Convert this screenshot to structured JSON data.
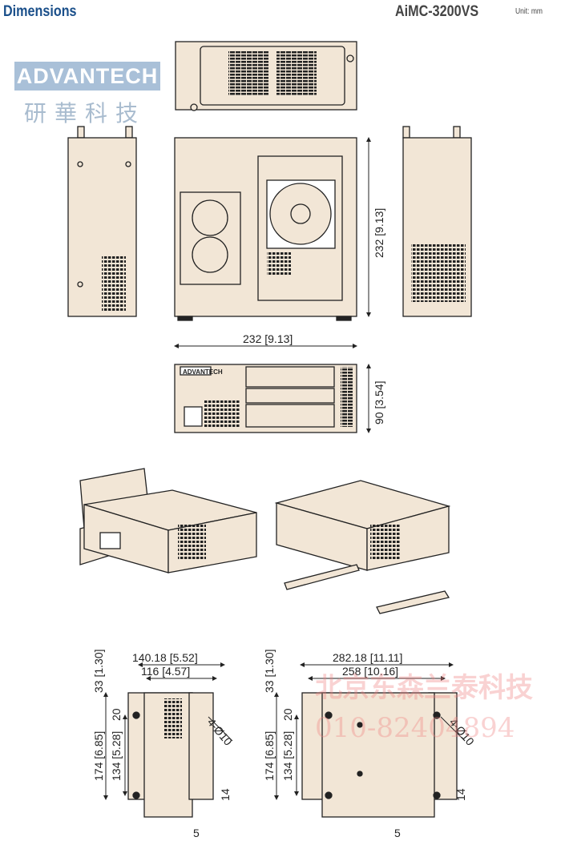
{
  "header": {
    "title": "Dimensions",
    "model": "AiMC-3200VS",
    "unit": "Unit: mm"
  },
  "logo": {
    "text": "ADVANTECH",
    "chinese": "研華科技"
  },
  "colors": {
    "body": "#f2e6d6",
    "title": "#1a4f8a",
    "watermark": "#f08080"
  },
  "dimensions": {
    "front_height": "232 [9.13]",
    "front_width": "232 [9.13]",
    "rear_height": "90 [3.54]",
    "side_bracket_outer": "140.18 [5.52]",
    "side_bracket_inner": "116 [4.57]",
    "bottom_bracket_outer": "282.18 [11.11]",
    "bottom_bracket_inner": "258 [10.16]",
    "top_offset": "33 [1.30]",
    "hole_offset": "20",
    "overall_height": "174 [6.85]",
    "hole_spacing": "134 [5.28]",
    "hole_dia": "4-Ø10",
    "slot": "14",
    "edge": "5"
  },
  "rear_label": "ADVANTECH",
  "watermark": {
    "company": "北京东森兰泰科技",
    "phone": "010-82404894"
  }
}
